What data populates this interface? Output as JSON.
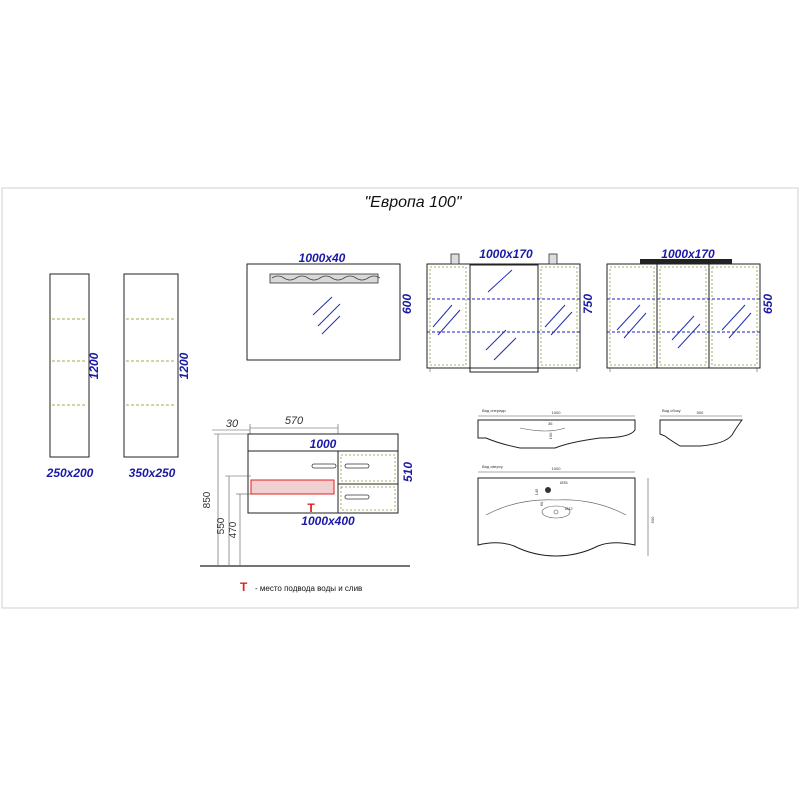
{
  "title": "\"Европа 100\"",
  "cabinet_left": {
    "height": "1200",
    "size": "250x200"
  },
  "cabinet_right": {
    "height": "1200",
    "size": "350x250"
  },
  "mirror": {
    "width": "1000x40",
    "height": "600"
  },
  "mirror_cabinet_1": {
    "width": "1000x170",
    "height": "750"
  },
  "mirror_cabinet_2": {
    "width": "1000x170",
    "height": "650"
  },
  "vanity": {
    "offset": "30",
    "inner_width": "570",
    "width": "1000",
    "drawer_height": "510",
    "bottom_dim": "1000x400",
    "height_850": "850",
    "height_550": "550",
    "height_470": "470"
  },
  "legend": {
    "mark": "T",
    "text": "- место подвода воды и слив"
  },
  "sink_views": {
    "front_label": "Вид спереди",
    "front_width": "1000",
    "side_label": "Вид сбоку",
    "side_width": "500",
    "top_label": "Вид сверху",
    "top_width": "1000",
    "top_depth": "500",
    "hole_1": "Ø35",
    "hole_2": "Ø42",
    "dim_a": "145",
    "dim_b": "60",
    "dim_c": "190",
    "dim_d": "36"
  }
}
